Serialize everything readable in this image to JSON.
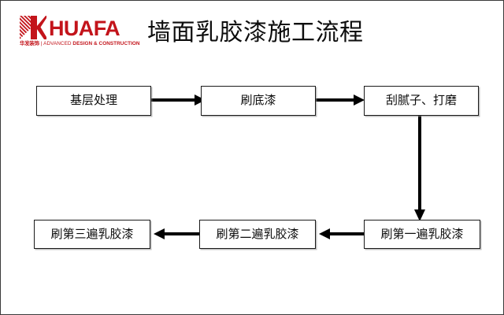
{
  "slide": {
    "background_color": "#ffffff",
    "border_color": "#3a3a3a",
    "title": "墙面乳胶漆施工流程"
  },
  "logo": {
    "mark_name": "huafa-k-mark",
    "wordmark": "HUAFA",
    "color": "#c3141b",
    "tagline_cn": "华发装饰",
    "tagline_sep": " | ",
    "tagline_light": "ADVANCED ",
    "tagline_bold": "DESIGN & CONSTRUCTION"
  },
  "flowchart": {
    "type": "process-flow",
    "node_border_color": "#1a1a1a",
    "node_fill_color": "#ffffff",
    "arrow_color": "#000000",
    "nodes": [
      {
        "id": "n1",
        "label": "基层处理",
        "step": 1
      },
      {
        "id": "n2",
        "label": "刷底漆",
        "step": 2
      },
      {
        "id": "n3",
        "label": "刮腻子、打磨",
        "step": 3
      },
      {
        "id": "n4",
        "label": "刷第一遍乳胶漆",
        "step": 4
      },
      {
        "id": "n5",
        "label": "刷第二遍乳胶漆",
        "step": 5
      },
      {
        "id": "n6",
        "label": "刷第三遍乳胶漆",
        "step": 6
      }
    ],
    "edges": [
      {
        "from": "n1",
        "to": "n2",
        "direction": "right"
      },
      {
        "from": "n2",
        "to": "n3",
        "direction": "right"
      },
      {
        "from": "n3",
        "to": "n4",
        "direction": "down"
      },
      {
        "from": "n4",
        "to": "n5",
        "direction": "left"
      },
      {
        "from": "n5",
        "to": "n6",
        "direction": "left"
      }
    ]
  }
}
